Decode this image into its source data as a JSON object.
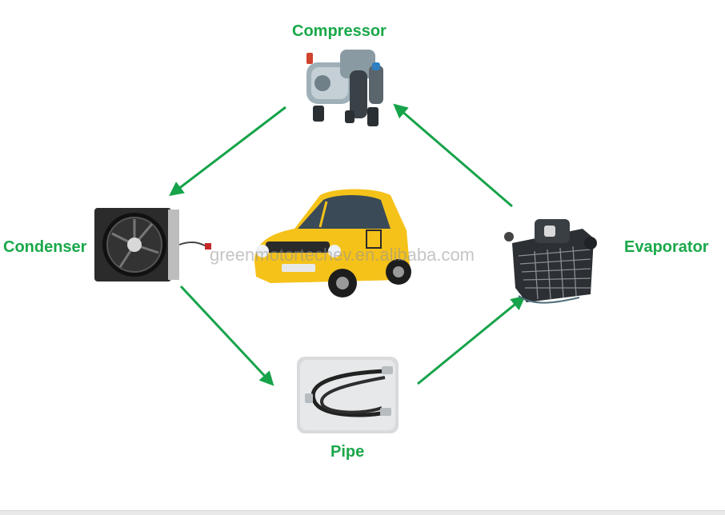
{
  "labels": {
    "compressor": "Compressor",
    "condenser": "Condenser",
    "evaporator": "Evaporator",
    "pipe": "Pipe"
  },
  "watermark": "greenmotortechev.en.alibaba.com",
  "colors": {
    "label_green": "#1aa84a",
    "arrow_green": "#16a34a",
    "car_yellow": "#f5c21a"
  },
  "flow": [
    "Compressor",
    "Condenser",
    "Pipe",
    "Evaporator",
    "Compressor"
  ]
}
